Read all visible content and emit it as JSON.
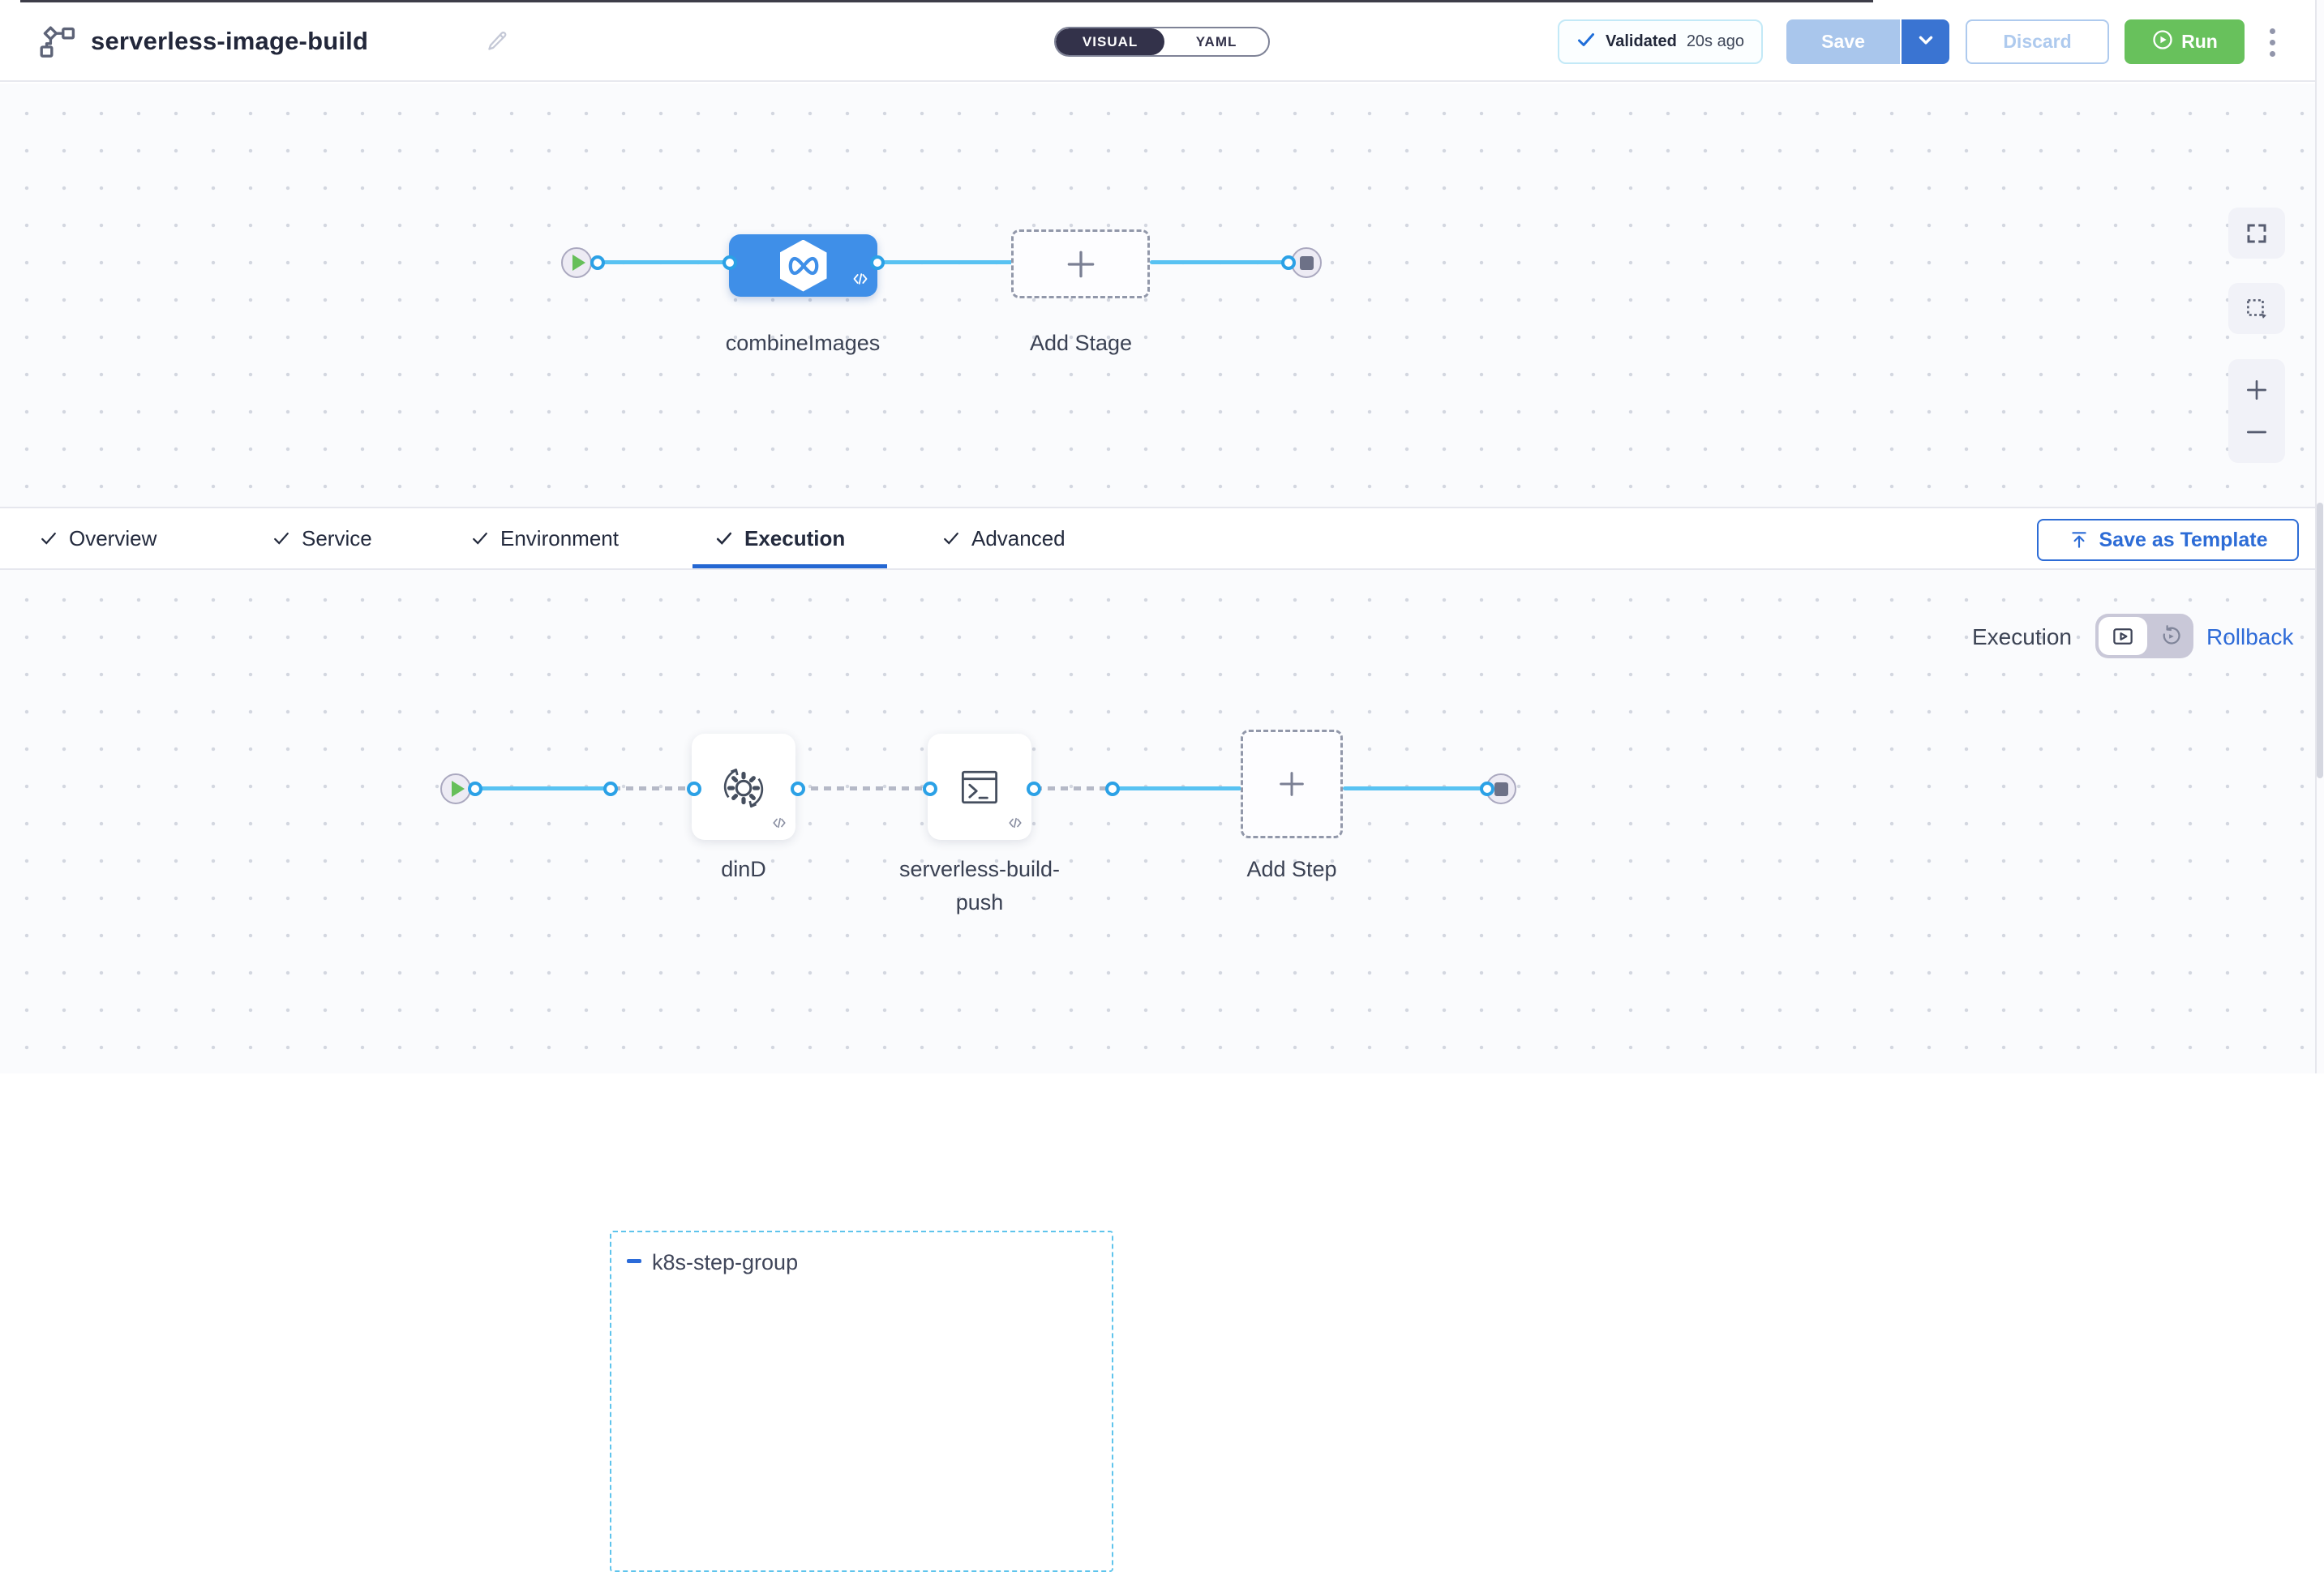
{
  "header": {
    "title": "serverless-image-build",
    "mode_toggle": {
      "visual": "VISUAL",
      "yaml": "YAML"
    },
    "validation": {
      "status": "Validated",
      "time": "20s ago"
    },
    "actions": {
      "save": "Save",
      "discard": "Discard",
      "run": "Run"
    }
  },
  "stage_canvas": {
    "stages": [
      {
        "name": "combineImages"
      }
    ],
    "add_stage_label": "Add Stage"
  },
  "tabs": [
    {
      "label": "Overview",
      "active": false
    },
    {
      "label": "Service",
      "active": false
    },
    {
      "label": "Environment",
      "active": false
    },
    {
      "label": "Execution",
      "active": true
    },
    {
      "label": "Advanced",
      "active": false
    }
  ],
  "template_button": {
    "label": "Save as Template"
  },
  "execution_bar": {
    "execution_label": "Execution",
    "rollback_label": "Rollback"
  },
  "step_canvas": {
    "group": {
      "name": "k8s-step-group"
    },
    "steps": [
      {
        "name": "dinD"
      },
      {
        "name": "serverless-build-push"
      }
    ],
    "add_step_label": "Add Step"
  },
  "colors": {
    "stage_node_blue": "#3f8fe8",
    "connector_blue": "#58c2f2",
    "dot_ring_blue": "#2ba1e6",
    "run_green": "#68c15c",
    "save_disabled_blue": "#a9c6ec",
    "save_chevron_blue": "#3a74d2",
    "accent_blue": "#2d6cd6",
    "group_border_blue": "#5fc4ec",
    "validated_border": "#c3e9f7",
    "toggle_dark": "#33324a"
  }
}
